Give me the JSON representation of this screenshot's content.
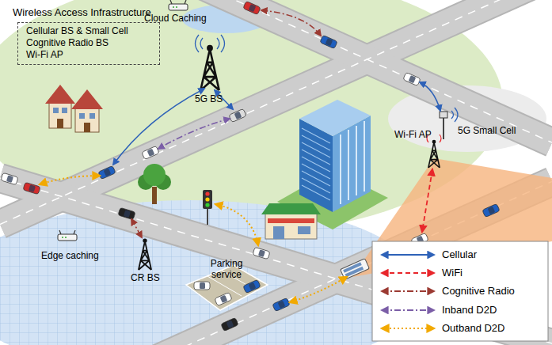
{
  "diagram": {
    "nodes": [
      {
        "text": [
          "Wireless Access Infrastructure",
          "Cellular BS & Small Cell",
          "Cognitive Radio BS",
          "Wi-Fi AP"
        ]
      }
    ],
    "labels": [
      "Cloud Caching",
      "5G BS",
      "5G Small Cell",
      "Wi-Fi AP",
      "Edge caching",
      "CR BS",
      "Parking service"
    ],
    "legend": [
      {
        "text": "Cellular"
      },
      {
        "text": "WiFi"
      },
      {
        "text": "Cognitive Radio"
      },
      {
        "text": "Inband D2D"
      },
      {
        "text": "Outband D2D"
      }
    ]
  }
}
